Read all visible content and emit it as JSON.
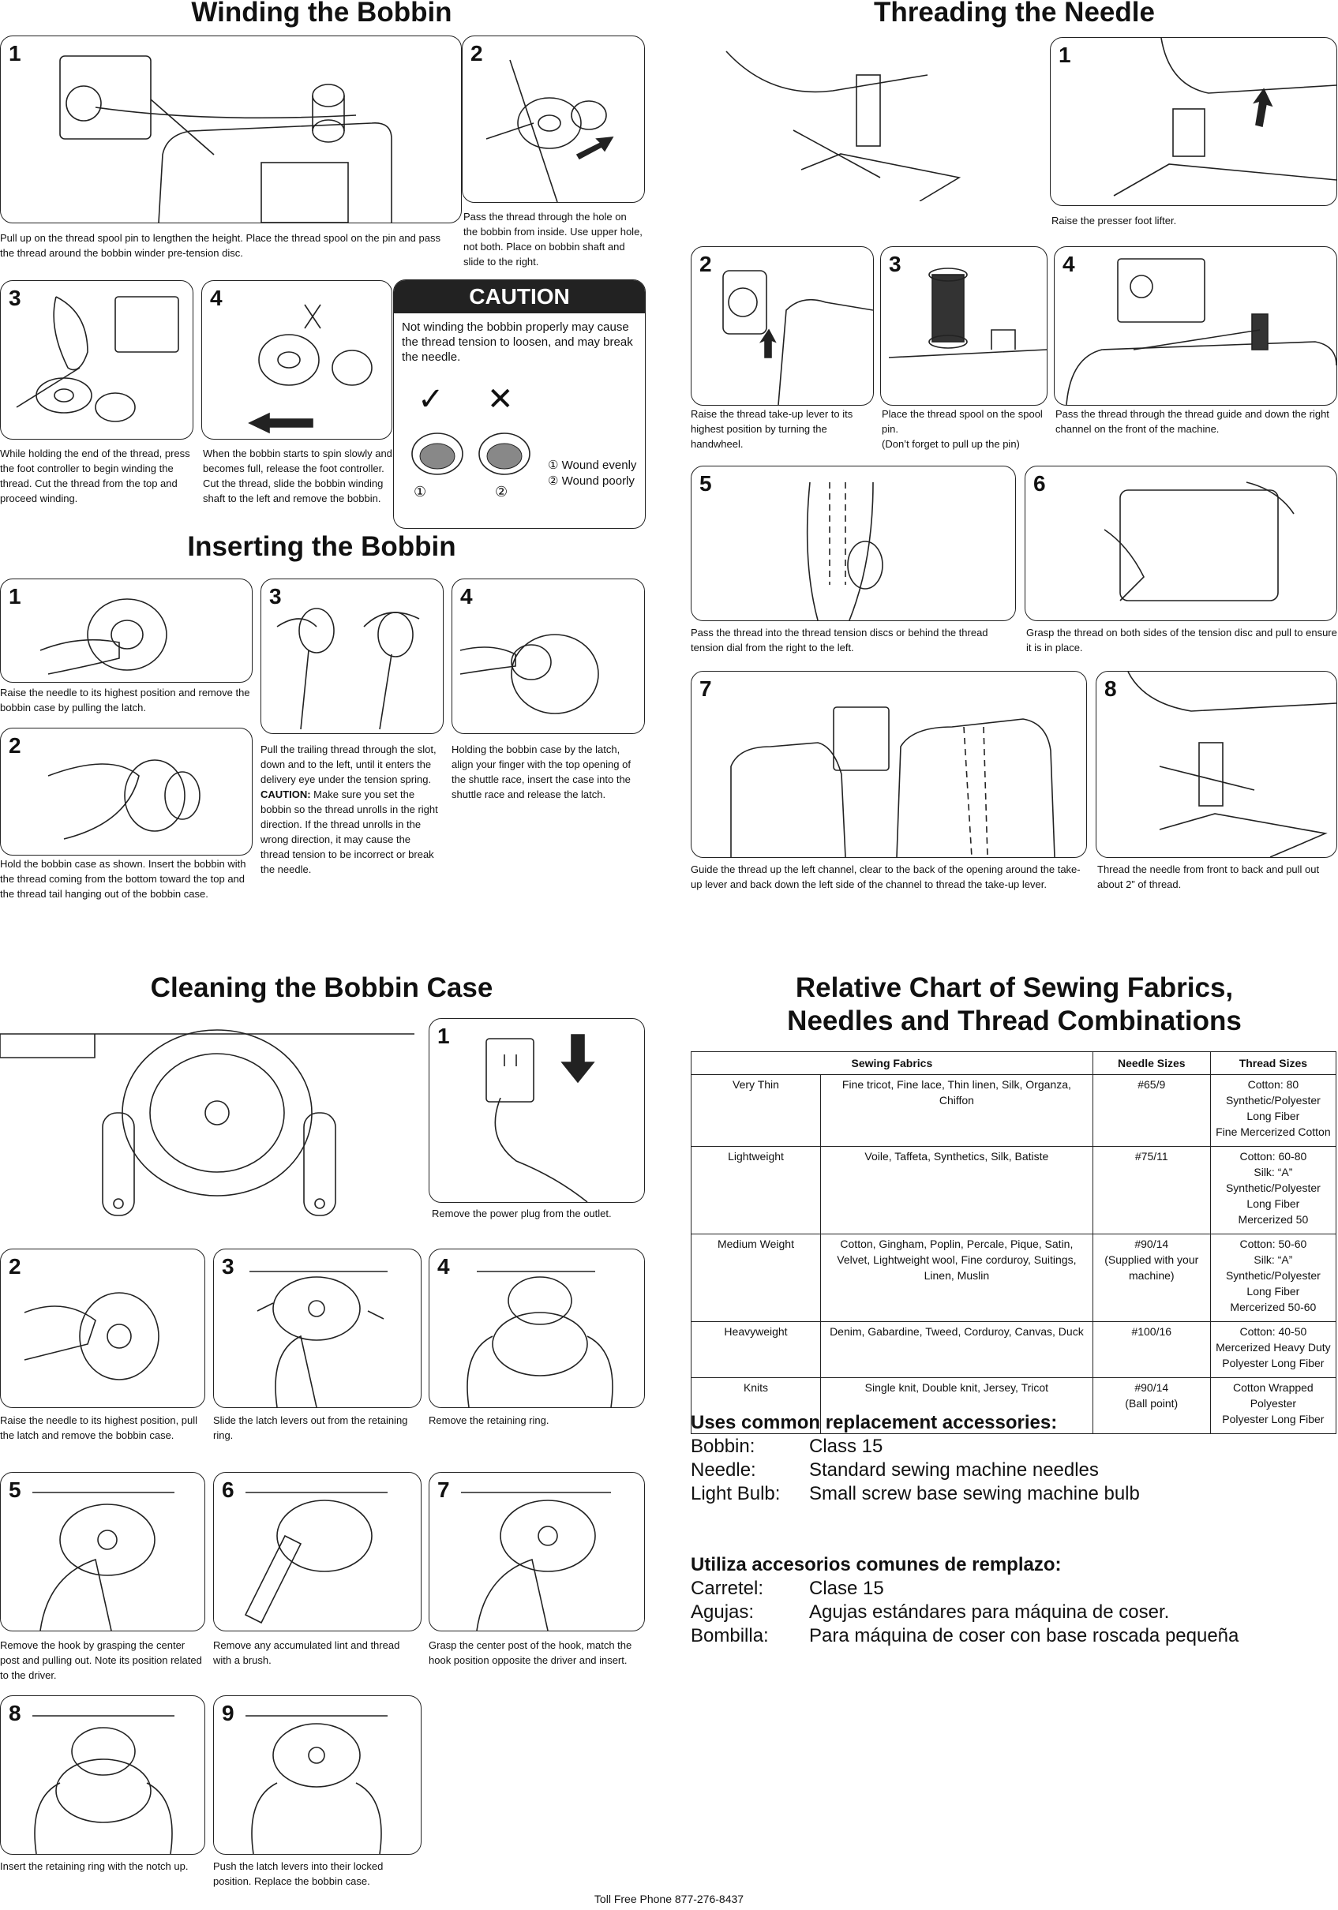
{
  "winding": {
    "title": "Winding the Bobbin",
    "steps": [
      {
        "num": "1",
        "caption": "Pull up on the thread spool pin to lengthen the height. Place the thread spool on the pin and pass the thread around the bobbin winder pre-tension disc."
      },
      {
        "num": "2",
        "caption": "Pass the thread through the hole on the bobbin from inside. Use upper hole, not both. Place on bobbin shaft and slide to the right."
      },
      {
        "num": "3",
        "caption": "While holding the end of the thread, press the foot controller to begin winding the thread. Cut the thread from the top and proceed winding."
      },
      {
        "num": "4",
        "caption": "When the bobbin starts to spin slowly and becomes full, release the foot controller. Cut the thread, slide the bobbin winding shaft to the left and remove the bobbin."
      }
    ],
    "caution": {
      "heading": "CAUTION",
      "text": "Not winding the bobbin properly may cause the thread tension to loosen, and may break the needle.",
      "check": "✓",
      "cross": "✕",
      "marker1": "①",
      "marker2": "②",
      "legend1": "① Wound evenly",
      "legend2": "② Wound poorly"
    }
  },
  "inserting": {
    "title": "Inserting the Bobbin",
    "steps": [
      {
        "num": "1",
        "caption": "Raise the needle to its highest position and remove the bobbin case by pulling the latch."
      },
      {
        "num": "2",
        "caption": "Hold the bobbin case as shown. Insert the bobbin with the thread coming from the bottom toward the top and the thread tail hanging out of the bobbin case."
      },
      {
        "num": "3",
        "caption_a": "Pull the trailing thread through the slot, down and to the left, until it enters the delivery eye under the tension spring.",
        "caption_bold": "CAUTION:",
        "caption_b": "Make sure you set the bobbin so the thread unrolls in the right direction. If the thread unrolls in the wrong direction, it may cause the thread tension to be incorrect or break the needle."
      },
      {
        "num": "4",
        "caption": "Holding the bobbin case by the latch, align your finger with the top opening of the shuttle race, insert the case into the shuttle race and release the latch."
      }
    ]
  },
  "threading": {
    "title": "Threading the Needle",
    "steps": [
      {
        "num": "1",
        "caption": "Raise the presser foot lifter."
      },
      {
        "num": "2",
        "caption": "Raise the thread take-up lever to its highest position by turning the handwheel."
      },
      {
        "num": "3",
        "caption": "Place the thread spool on the spool pin.\n(Don’t forget to pull up the pin)"
      },
      {
        "num": "4",
        "caption": "Pass the thread through the thread guide and down the right channel on the front of the machine."
      },
      {
        "num": "5",
        "caption": "Pass the thread into the thread tension discs or behind the thread tension dial from the right to the left."
      },
      {
        "num": "6",
        "caption": "Grasp the thread on both sides of the tension disc and pull to ensure it is in place."
      },
      {
        "num": "7",
        "caption": "Guide the thread up the left channel, clear to the back of the opening around the take-up lever and back down the left side of the channel to thread the take-up lever."
      },
      {
        "num": "8",
        "caption": "Thread the needle from front to back and pull out about 2” of thread."
      }
    ]
  },
  "cleaning": {
    "title": "Cleaning the Bobbin Case",
    "steps": [
      {
        "num": "1",
        "caption": "Remove the power plug from the outlet."
      },
      {
        "num": "2",
        "caption": "Raise the needle to its highest position, pull the latch and remove the bobbin case."
      },
      {
        "num": "3",
        "caption": "Slide the latch levers out from the retaining ring."
      },
      {
        "num": "4",
        "caption": "Remove the retaining ring."
      },
      {
        "num": "5",
        "caption": "Remove the hook by grasping the center post and pulling out. Note its position related to the driver."
      },
      {
        "num": "6",
        "caption": "Remove any accumulated lint and thread with a brush."
      },
      {
        "num": "7",
        "caption": "Grasp the center post of the hook, match the hook position opposite the driver and insert."
      },
      {
        "num": "8",
        "caption": "Insert the retaining ring with the notch up."
      },
      {
        "num": "9",
        "caption": "Push the latch levers into their locked position. Replace the bobbin case."
      }
    ]
  },
  "chart": {
    "title_line1": "Relative Chart of Sewing Fabrics,",
    "title_line2": "Needles and Thread Combinations",
    "headers": [
      "Sewing Fabrics",
      "Needle Sizes",
      "Thread Sizes"
    ],
    "rows": [
      {
        "weight": "Very Thin",
        "fabrics": "Fine tricot, Fine lace, Thin linen, Silk, Organza, Chiffon",
        "needle": "#65/9",
        "thread": "Cotton: 80\nSynthetic/Polyester Long Fiber\nFine Mercerized Cotton"
      },
      {
        "weight": "Lightweight",
        "fabrics": "Voile, Taffeta, Synthetics, Silk, Batiste",
        "needle": "#75/11",
        "thread": "Cotton: 60-80\nSilk: “A”\nSynthetic/Polyester Long Fiber\nMercerized 50"
      },
      {
        "weight": "Medium Weight",
        "fabrics": "Cotton, Gingham, Poplin, Percale, Pique, Satin, Velvet, Lightweight wool, Fine corduroy, Suitings, Linen, Muslin",
        "needle": "#90/14\n(Supplied with your machine)",
        "thread": "Cotton: 50-60\nSilk: “A”\nSynthetic/Polyester Long Fiber\nMercerized 50-60"
      },
      {
        "weight": "Heavyweight",
        "fabrics": "Denim, Gabardine, Tweed, Corduroy, Canvas, Duck",
        "needle": "#100/16",
        "thread": "Cotton: 40-50\nMercerized Heavy Duty\nPolyester Long Fiber"
      },
      {
        "weight": "Knits",
        "fabrics": "Single knit, Double knit, Jersey, Tricot",
        "needle": "#90/14\n(Ball point)",
        "thread": "Cotton Wrapped Polyester\nPolyester Long Fiber"
      }
    ]
  },
  "accessories_en": {
    "title": "Uses common replacement accessories:",
    "items": [
      {
        "k": "Bobbin:",
        "v": "Class 15"
      },
      {
        "k": "Needle:",
        "v": "Standard sewing machine needles"
      },
      {
        "k": "Light Bulb:",
        "v": "Small screw base sewing machine bulb"
      }
    ]
  },
  "accessories_es": {
    "title": "Utiliza accesorios comunes de remplazo:",
    "items": [
      {
        "k": "Carretel:",
        "v": "Clase 15"
      },
      {
        "k": "Agujas:",
        "v": "Agujas estándares para máquina de coser."
      },
      {
        "k": "Bombilla:",
        "v": "Para máquina de coser con base roscada pequeña"
      }
    ]
  },
  "footer": "Toll Free Phone 877-276-8437"
}
